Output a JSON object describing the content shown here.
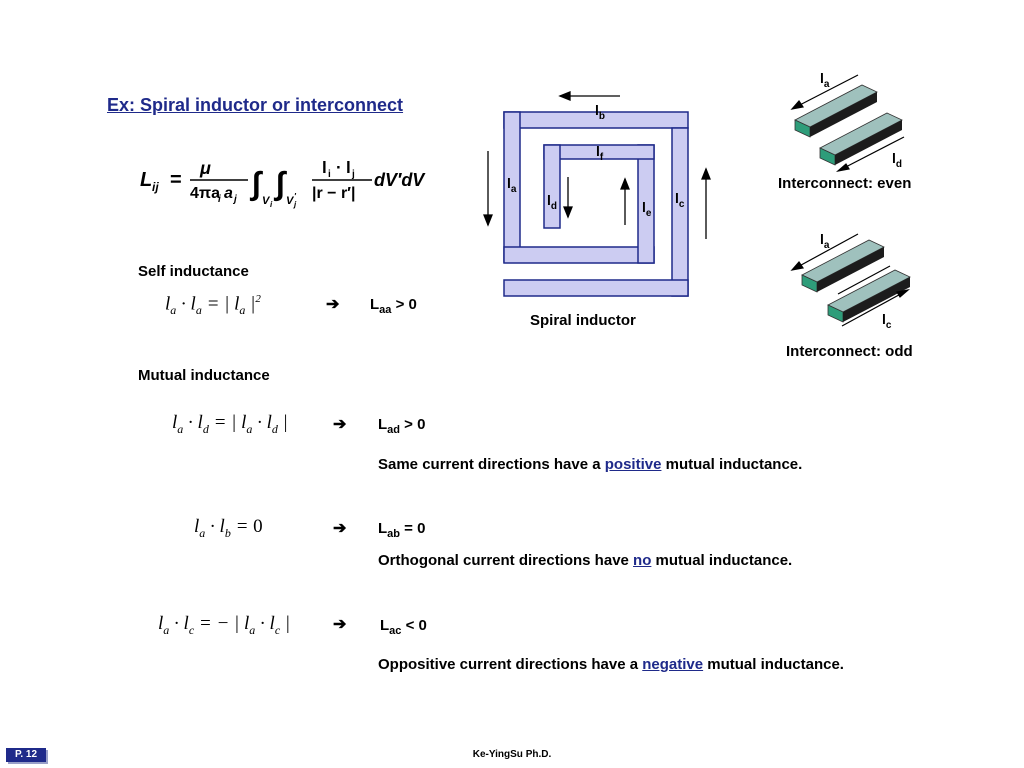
{
  "slide": {
    "title": "Ex: Spiral inductor or interconnect",
    "formula_main": "L_ij = μ / (4π a_i a_j) ∫_Vi ∫_Vj' (l_i · l_j) / |r − r'| dV' dV",
    "self_heading": "Self inductance",
    "mutual_heading": "Mutual inductance",
    "arrow_glyph": "➔",
    "rows": [
      {
        "result_main": "L",
        "result_sub": "aa",
        "result_rel": " > 0"
      },
      {
        "result_main": "L",
        "result_sub": "ad",
        "result_rel": " > 0",
        "statement_before": "Same current directions have a ",
        "statement_key": "positive",
        "statement_after": " mutual inductance."
      },
      {
        "result_main": "L",
        "result_sub": "ab",
        "result_rel": " = 0",
        "statement_before": "Orthogonal current directions have ",
        "statement_key": "no",
        "statement_after": " mutual inductance."
      },
      {
        "result_main": "L",
        "result_sub": "ac",
        "result_rel": " < 0",
        "statement_before": "Oppositive current directions have a ",
        "statement_key": "negative",
        "statement_after": " mutual inductance."
      }
    ],
    "spiral_caption": "Spiral inductor",
    "interconnect_even_caption": "Interconnect: even",
    "interconnect_odd_caption": "Interconnect: odd",
    "spiral_labels": {
      "a": "a",
      "b": "b",
      "c": "c",
      "d": "d",
      "e": "e",
      "f": "f"
    },
    "wire_label_main": "l",
    "page_number": "P. 12",
    "footer_author": "Ke-YingSu  Ph.D."
  },
  "colors": {
    "accent": "#1f2a8a",
    "spiral_fill": "#ccccf2",
    "spiral_stroke": "#1f2a8a",
    "bar_top": "#9fc1bd",
    "bar_front": "#2e9d7a",
    "bar_side": "#1c1c1c"
  }
}
